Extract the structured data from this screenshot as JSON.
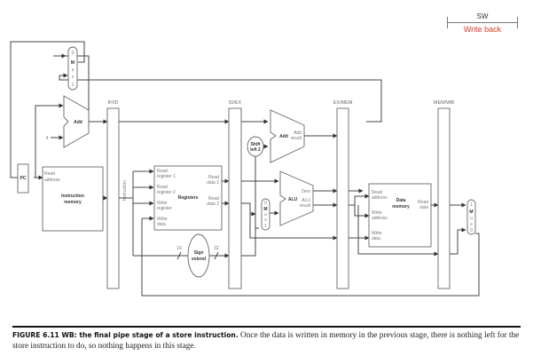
{
  "stage_header": {
    "instruction": "SW",
    "stage": "Write back",
    "stage_color": "#d43c2c"
  },
  "pipeline_registers": [
    {
      "id": "if-id",
      "label": "IF/ID"
    },
    {
      "id": "id-ex",
      "label": "ID/EX"
    },
    {
      "id": "ex-mem",
      "label": "EX/MEM"
    },
    {
      "id": "mem-wb",
      "label": "MEM/WB"
    }
  ],
  "components": {
    "pc": "PC",
    "pc_add": "Add",
    "const_four": "4",
    "pc_mux": [
      "0",
      "M",
      "u",
      "x",
      "1"
    ],
    "instruction_memory": {
      "port": [
        "Read",
        "address"
      ],
      "title": [
        "Instruction",
        "memory"
      ]
    },
    "instruction_bus": "Instruction",
    "registers": {
      "title": "Registers",
      "inputs": [
        [
          "Read",
          "register 1"
        ],
        [
          "Read",
          "register 2"
        ],
        [
          "Write",
          "register"
        ],
        [
          "Write",
          "data"
        ]
      ],
      "outputs": [
        [
          "Read",
          "data 1"
        ],
        [
          "Read",
          "data 2"
        ]
      ]
    },
    "sign_extend": {
      "title": [
        "Sign",
        "extend"
      ],
      "in_width": "16",
      "out_width": "32"
    },
    "shift_left": [
      "Shift",
      "left 2"
    ],
    "branch_add": {
      "title": "Add",
      "output": [
        "Add",
        "result"
      ]
    },
    "alu_mux": [
      "0",
      "M",
      "u",
      "x",
      "1"
    ],
    "alu": {
      "title": "ALU",
      "outputs": [
        "Zero",
        "ALU",
        "result"
      ]
    },
    "data_memory": {
      "title": [
        "Data",
        "memory"
      ],
      "inputs": [
        [
          "Read",
          "address"
        ],
        [
          "Write",
          "address"
        ],
        [
          "Write",
          "data"
        ]
      ],
      "output": [
        "Read",
        "data"
      ]
    },
    "wb_mux": [
      "1",
      "M",
      "u",
      "x",
      "0"
    ]
  },
  "caption": {
    "title": "FIGURE 6.11 WB: the final pipe stage of a store instruction.",
    "text": " Once the data is written in memory in the previous stage, there is nothing left for the store instruction to do, so nothing happens in this stage."
  }
}
